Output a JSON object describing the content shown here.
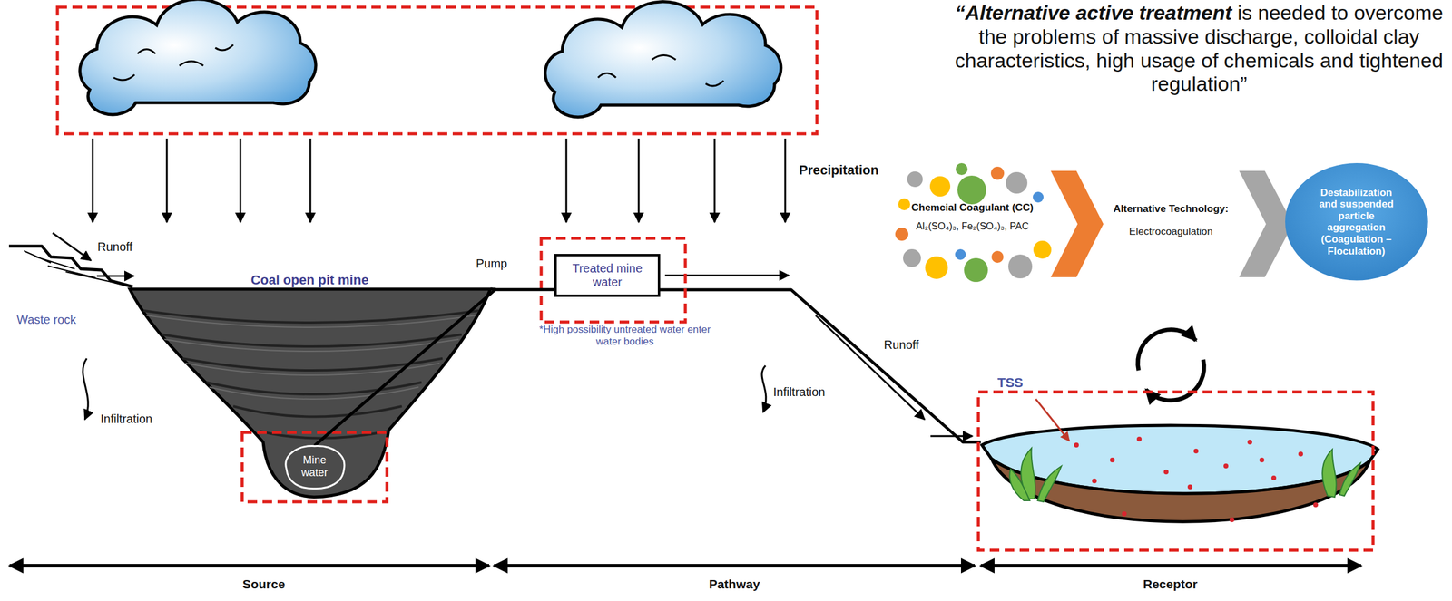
{
  "diagram": {
    "nodes": [
      {
        "text": [
          "Mine water"
        ]
      },
      {
        "text": [
          "Treated mine water"
        ]
      },
      {
        "text": [
          "Destabilization and suspended particle aggregation (Coagulation – Floculation)"
        ]
      }
    ],
    "edges": [
      {
        "from": 0,
        "to": 1,
        "arrow": "none"
      }
    ],
    "labels": [
      "“Alternative active treatment",
      "is needed to overcome the problems of massive discharge, colloidal clay characteristics, high usage of chemicals and tightened regulation”",
      "Precipitation",
      "Chemcial Coagulant (CC)",
      "Al₂(SO₄)₃, Fe₂(SO₄)₃, PAC",
      "Alternative Technology:",
      "Electrocoagulation",
      "Runoff",
      "Waste rock",
      "Coal open pit mine",
      "Infiltration",
      "Pump",
      "*High possibility untreated water enter water bodies",
      "Runoff",
      "Infiltration",
      "TSS",
      "Source",
      "Pathway",
      "Receptor"
    ]
  }
}
